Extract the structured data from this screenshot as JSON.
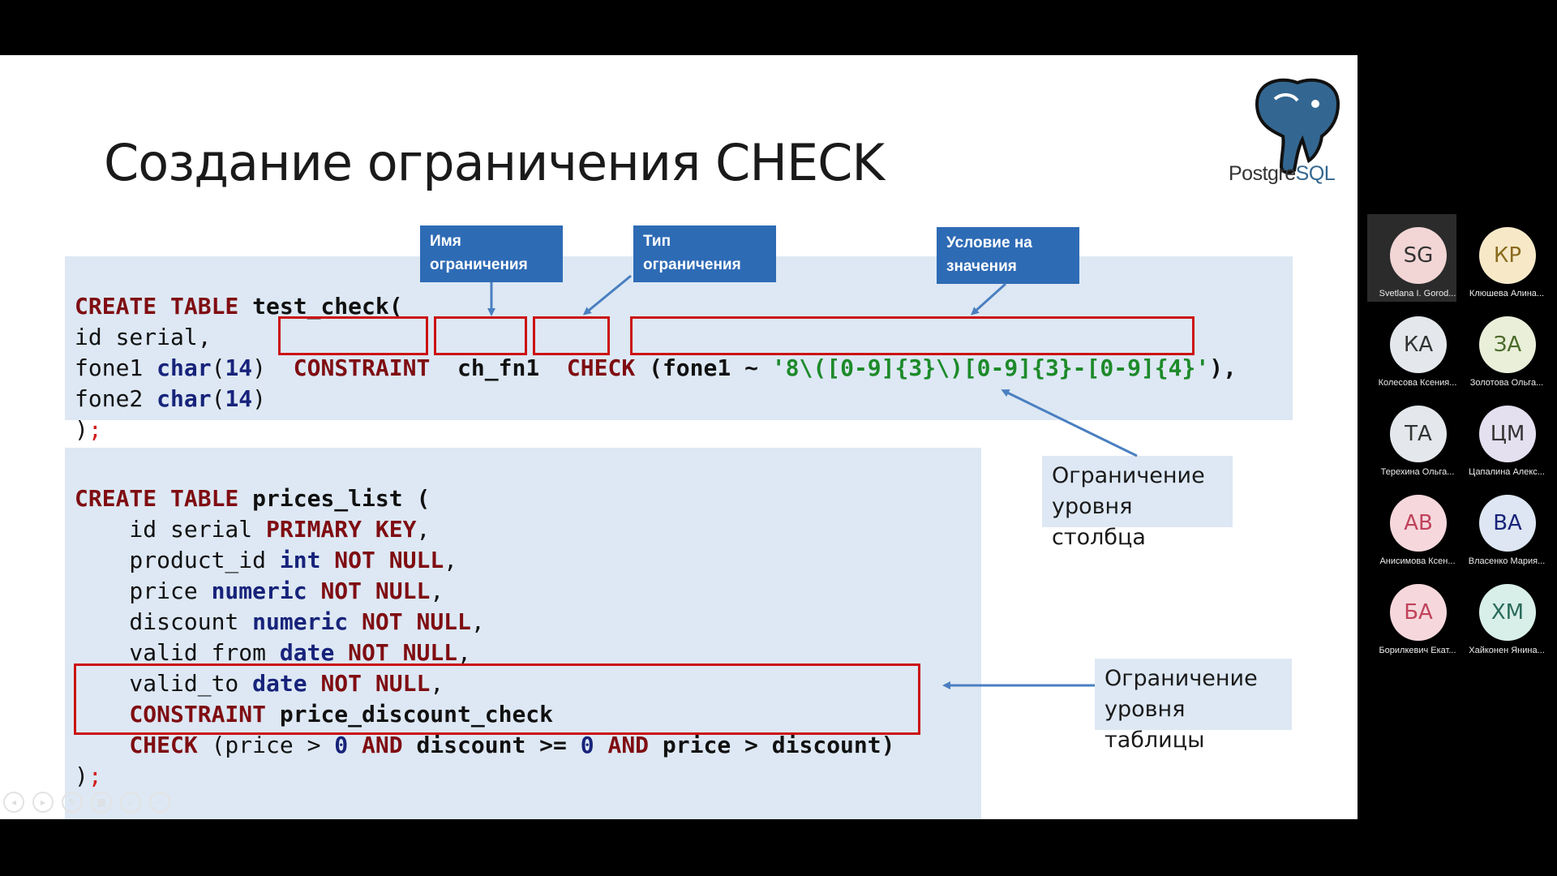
{
  "slide": {
    "title": "Создание ограничения CHECK",
    "logo_text_main": "Postgre",
    "logo_text_accent": "SQL",
    "callouts": {
      "name": "Имя ограничения",
      "type": "Тип ограничения",
      "condition": "Условие на значения"
    },
    "notes": {
      "column_level": "Ограничение уровня столбца",
      "table_level": "Ограничение уровня таблицы"
    },
    "code1": {
      "l1_kw": "CREATE TABLE",
      "l1_name": " test_check(",
      "l2": "id serial,",
      "l3_col": "fone1 ",
      "l3_type": "char",
      "l3_p1": "(",
      "l3_num": "14",
      "l3_p2": ") ",
      "l3_constraint": "CONSTRAINT",
      "l3_cname": "ch_fn1",
      "l3_check": "CHECK",
      "l3_open": "(",
      "l3_expr": "fone1 ~ ",
      "l3_regex": "'8\\([0-9]{3}\\)[0-9]{3}-[0-9]{4}'",
      "l3_close": "),",
      "l4_col": "fone2 ",
      "l4_type": "char",
      "l4_p1": "(",
      "l4_num": "14",
      "l4_p2": ")",
      "l5_paren": ")",
      "l5_semi": ";"
    },
    "code2": {
      "l1_kw": "CREATE TABLE",
      "l1_name": " prices_list (",
      "l2_col": "    id serial ",
      "l2_kw": "PRIMARY KEY",
      "l2_end": ",",
      "l3_col": "    product_id ",
      "l3_type": "int",
      "l3_kw": " NOT NULL",
      "l3_end": ",",
      "l4_col": "    price ",
      "l4_type": "numeric",
      "l4_kw": " NOT NULL",
      "l4_end": ",",
      "l5_col": "    discount ",
      "l5_type": "numeric",
      "l5_kw": " NOT NULL",
      "l5_end": ",",
      "l6_col": "    valid_from ",
      "l6_type": "date",
      "l6_kw": " NOT NULL",
      "l6_end": ",",
      "l7_col": "    valid_to ",
      "l7_type": "date",
      "l7_kw": " NOT NULL",
      "l7_end": ",",
      "l8_kw": "    CONSTRAINT",
      "l8_name": " price_discount_check",
      "l9_kw": "    CHECK",
      "l9_a": " (price > ",
      "l9_n1": "0",
      "l9_and1": " AND",
      "l9_b": " discount >= ",
      "l9_n2": "0",
      "l9_and2": " AND",
      "l9_c": " price > discount)",
      "l10_paren": ")",
      "l10_semi": ";"
    },
    "toolbar_icons": [
      "prev-icon",
      "next-icon",
      "pen-icon",
      "slides-icon",
      "zoom-icon",
      "more-icon"
    ]
  },
  "participants": [
    {
      "initials": "SG",
      "name": "Svetlana I. Gorod...",
      "bg": "#f2d5d5",
      "fg": "#333333",
      "active": true
    },
    {
      "initials": "КР",
      "name": "Клюшева Алина...",
      "bg": "#f7e9c8",
      "fg": "#8a6a1e",
      "active": false
    },
    {
      "initials": "КА",
      "name": "Колесова Ксения...",
      "bg": "#e4e8ec",
      "fg": "#333333",
      "active": false
    },
    {
      "initials": "ЗА",
      "name": "Золотова Ольга...",
      "bg": "#e9efd9",
      "fg": "#4a6a2a",
      "active": false
    },
    {
      "initials": "ТА",
      "name": "Терехина Ольга...",
      "bg": "#e4e8ec",
      "fg": "#333333",
      "active": false
    },
    {
      "initials": "ЦМ",
      "name": "Цапалина Алекс...",
      "bg": "#e4e0f0",
      "fg": "#333333",
      "active": false
    },
    {
      "initials": "АВ",
      "name": "Анисимова Ксен...",
      "bg": "#f6d8dc",
      "fg": "#c0425a",
      "active": false
    },
    {
      "initials": "ВА",
      "name": "Власенко Мария...",
      "bg": "#dde6f2",
      "fg": "#17237a",
      "active": false
    },
    {
      "initials": "БА",
      "name": "Борилкевич Екат...",
      "bg": "#f6d8dc",
      "fg": "#c0425a",
      "active": false
    },
    {
      "initials": "ХМ",
      "name": "Хайконен Янина...",
      "bg": "#d8efe9",
      "fg": "#2a6a5a",
      "active": false
    }
  ]
}
